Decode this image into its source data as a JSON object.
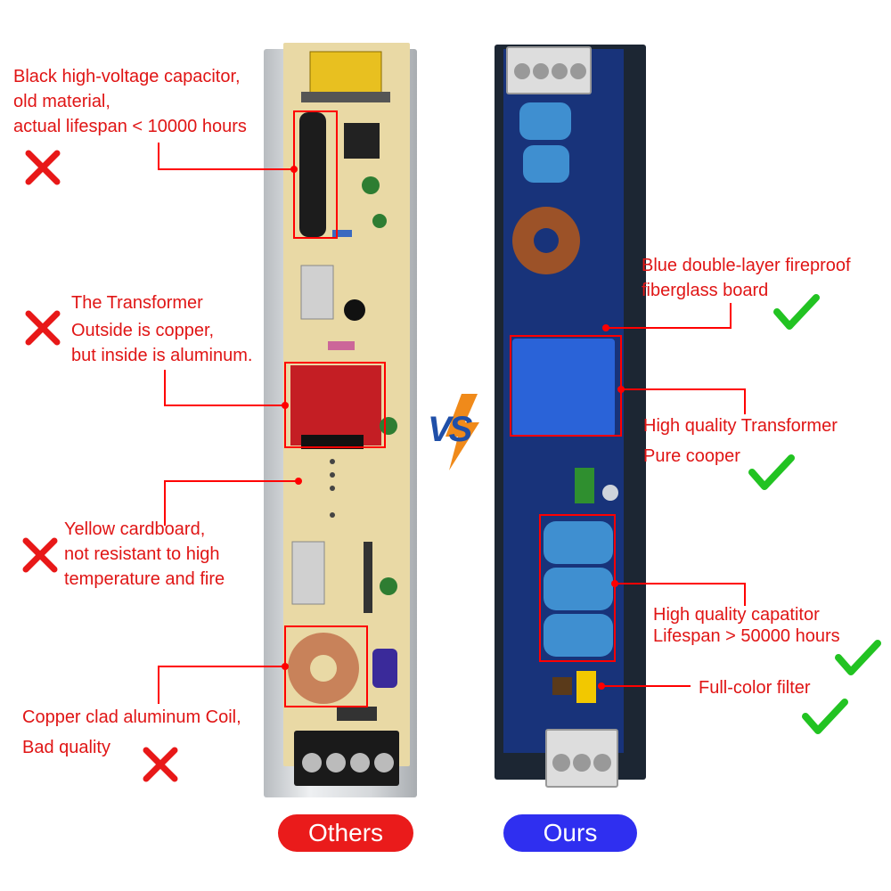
{
  "colors": {
    "negative_text": "#e01515",
    "positive_text": "#e01515",
    "others_pill": "#ea1b1b",
    "ours_pill": "#2f2ff0",
    "highlight_box": "#ff0000",
    "check": "#22c322",
    "cross": "#e81818"
  },
  "vs_label": "VS",
  "others": {
    "capacitor_note": [
      "Black high-voltage capacitor,",
      "old material,",
      "actual lifespan < 10000 hours"
    ],
    "transformer_note": [
      "The Transformer",
      "Outside is copper,",
      "but inside is aluminum."
    ],
    "board_note": [
      "Yellow cardboard,",
      "not resistant to high",
      "temperature and fire"
    ],
    "coil_note": [
      "Copper clad aluminum Coil,",
      "Bad quality"
    ],
    "pill_label": "Others"
  },
  "ours": {
    "board_note": [
      "Blue double-layer fireproof",
      "fiberglass board"
    ],
    "transformer_note": [
      "High quality Transformer",
      "Pure cooper"
    ],
    "capacitor_note": [
      "High quality capatitor",
      "Lifespan > 50000 hours"
    ],
    "filter_note": "Full-color filter",
    "pill_label": "Ours"
  }
}
